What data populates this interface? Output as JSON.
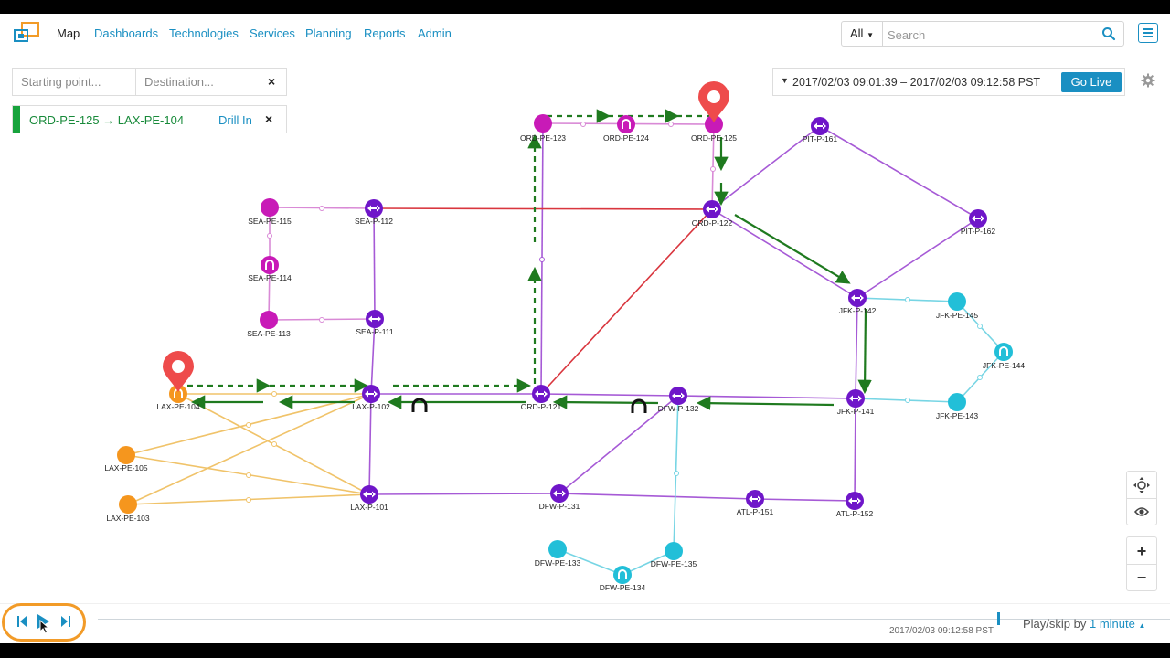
{
  "nav": {
    "items": [
      "Map",
      "Dashboards",
      "Technologies",
      "Services",
      "Planning",
      "Reports",
      "Admin"
    ],
    "active": "Map"
  },
  "search": {
    "scope": "All",
    "placeholder": "Search"
  },
  "path": {
    "start_placeholder": "Starting point...",
    "dest_placeholder": "Destination...",
    "clear": "×"
  },
  "route": {
    "label": "ORD-PE-125 → LAX-PE-104",
    "drill_in": "Drill In",
    "close": "×"
  },
  "time_range": {
    "text": "2017/02/03   09:01:39  – 2017/02/03   09:12:58  PST",
    "go_live": "Go Live"
  },
  "colors": {
    "accent": "#1a8fc2",
    "magenta": "#c81ab7",
    "purple": "#6f16c9",
    "orange": "#f5961e",
    "cyan": "#22bfd8",
    "path_green": "#1f7a1f",
    "link_red": "#d9363e",
    "pin": "#ee4b4b"
  },
  "nodes": {
    "ord_pe_123": "ORD-PE-123",
    "ord_pe_124": "ORD-PE-124",
    "ord_pe_125": "ORD-PE-125",
    "pit_p_161": "PIT-P-161",
    "pit_p_162": "PIT-P-162",
    "sea_pe_115": "SEA-PE-115",
    "sea_p_112": "SEA-P-112",
    "ord_p_122": "ORD-P-122",
    "sea_pe_114": "SEA-PE-114",
    "sea_pe_113": "SEA-PE-113",
    "sea_p_111": "SEA-P-111",
    "jfk_p_142": "JFK-P-142",
    "jfk_pe_145": "JFK-PE-145",
    "jfk_pe_144": "JFK-PE-144",
    "jfk_pe_143": "JFK-PE-143",
    "jfk_p_141": "JFK-P-141",
    "lax_pe_104": "LAX-PE-104",
    "lax_p_102": "LAX-P-102",
    "ord_p_121": "ORD-P-121",
    "dfw_p_132": "DFW-P-132",
    "lax_pe_105": "LAX-PE-105",
    "lax_pe_103": "LAX-PE-103",
    "lax_p_101": "LAX-P-101",
    "dfw_p_131": "DFW-P-131",
    "atl_p_151": "ATL-P-151",
    "atl_p_152": "ATL-P-152",
    "dfw_pe_133": "DFW-PE-133",
    "dfw_pe_135": "DFW-PE-135",
    "dfw_pe_134": "DFW-PE-134"
  },
  "icons": {
    "logo": "app-logo",
    "search": "search-icon",
    "menu": "hamburger-icon",
    "settings": "gear-icon",
    "recenter": "crosshair-icon",
    "visibility": "eye-icon",
    "zoom_in": "plus-icon",
    "zoom_out": "minus-icon",
    "location_pin": "map-pin-icon"
  },
  "zoom": {
    "in": "+",
    "out": "−"
  },
  "playback": {
    "timestamp": "2017/02/03 09:12:58 PST",
    "skip_label": "Play/skip by",
    "skip_value": "1 minute"
  }
}
